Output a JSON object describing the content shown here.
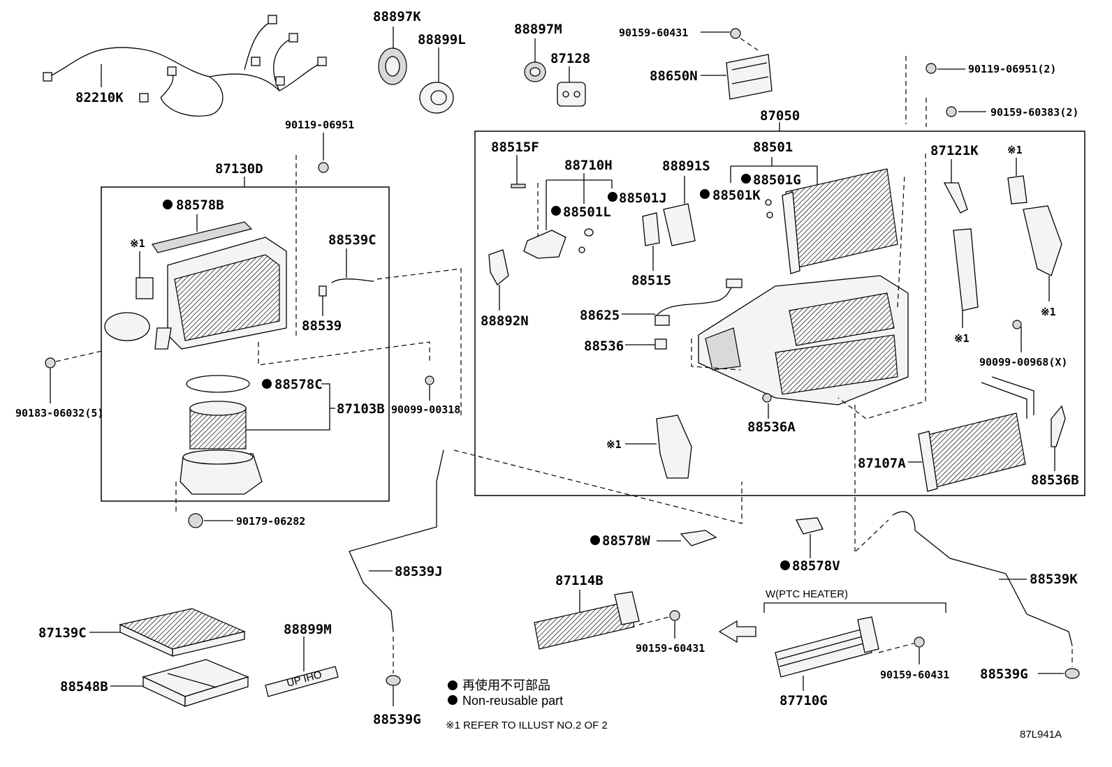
{
  "labels": {
    "p82210K": "82210K",
    "p88897K": "88897K",
    "p88899L": "88899L",
    "p88897M": "88897M",
    "p87128": "87128",
    "p90159_60431_top": "90159-60431",
    "p88650N": "88650N",
    "p90119_06951_2": "90119-06951(2)",
    "p90159_60383_2": "90159-60383(2)",
    "p90119_06951": "90119-06951",
    "p87050": "87050",
    "p87130D": "87130D",
    "p88578B": "88578B",
    "p88539C": "88539C",
    "p88539": "88539",
    "p88578C": "88578C",
    "p87103B": "87103B",
    "p90183_06032_5": "90183-06032(5)",
    "p90099_00318": "90099-00318",
    "p90179_06282": "90179-06282",
    "p88515F": "88515F",
    "p88710H": "88710H",
    "p88501J": "88501J",
    "p88501L": "88501L",
    "p88891S": "88891S",
    "p88501": "88501",
    "p88501G": "88501G",
    "p88501K": "88501K",
    "p88515": "88515",
    "p88892N": "88892N",
    "p88625": "88625",
    "p88536": "88536",
    "p88536A": "88536A",
    "p87121K": "87121K",
    "ref1_a": "※1",
    "ref1_b": "※1",
    "ref1_c": "※1",
    "ref1_d": "※1",
    "ref1_e": "※1",
    "p90099_00968_X": "90099-00968(X)",
    "p87107A": "87107A",
    "p88536B": "88536B",
    "p88578W": "88578W",
    "p88578V": "88578V",
    "p88539J": "88539J",
    "p87114B": "87114B",
    "p90159_60431_mid": "90159-60431",
    "w_ptc_heater": "W(PTC HEATER)",
    "p88539K": "88539K",
    "p87139C": "87139C",
    "p88899M": "88899M",
    "p88548B": "88548B",
    "p88539G_left": "88539G",
    "p87710G": "87710G",
    "p90159_60431_right": "90159-60431",
    "p88539G_right": "88539G",
    "filter_text": "UP IHO"
  },
  "legend": {
    "non_reusable_jp": "再使用不可部品",
    "non_reusable_en": "Non-reusable part",
    "refer_note": "※1 REFER TO ILLUST NO.2 OF 2"
  },
  "illustration_code": "87L941A"
}
